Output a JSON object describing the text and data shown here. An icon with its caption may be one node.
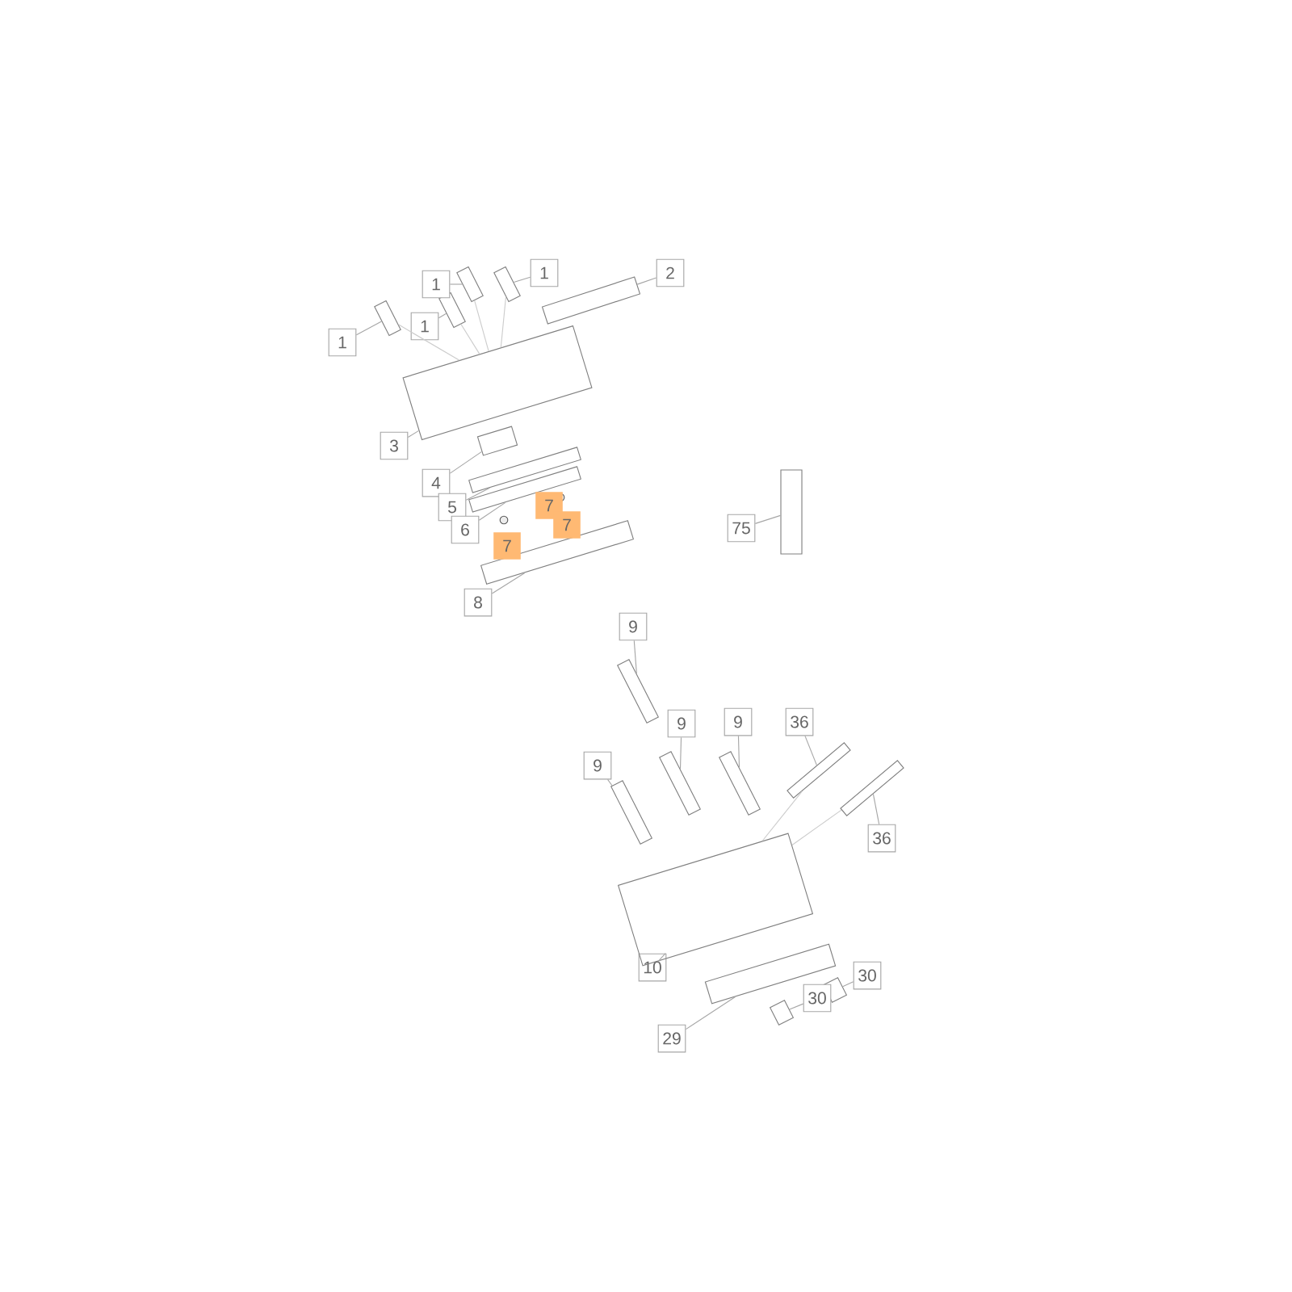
{
  "diagram": {
    "nodes": [
      {
        "text": [
          "1"
        ]
      },
      {
        "text": [],
        "shape": "box"
      },
      {
        "text": [
          "1"
        ]
      },
      {
        "text": [],
        "shape": "box"
      },
      {
        "text": [
          "1"
        ]
      },
      {
        "text": [],
        "shape": "box"
      },
      {
        "text": [
          "1"
        ]
      },
      {
        "text": [],
        "shape": "box"
      },
      {
        "text": [
          "2"
        ]
      },
      {
        "text": [],
        "shape": "box"
      },
      {
        "text": [
          "3"
        ]
      },
      {
        "text": [],
        "shape": "box"
      },
      {
        "text": [
          "4"
        ]
      },
      {
        "text": [],
        "shape": "box"
      },
      {
        "text": [
          "5"
        ]
      },
      {
        "text": [],
        "shape": "box"
      },
      {
        "text": [
          "6"
        ]
      },
      {
        "text": [],
        "shape": "box"
      },
      {
        "text": [
          "75"
        ]
      },
      {
        "text": [],
        "shape": "box"
      },
      {
        "text": [
          "8"
        ]
      },
      {
        "text": [],
        "shape": "box"
      },
      {
        "text": [
          "9"
        ]
      },
      {
        "text": [],
        "shape": "box"
      },
      {
        "text": [
          "9"
        ]
      },
      {
        "text": [],
        "shape": "box"
      },
      {
        "text": [
          "9"
        ]
      },
      {
        "text": [],
        "shape": "box"
      },
      {
        "text": [
          "36"
        ]
      },
      {
        "text": [],
        "shape": "box"
      },
      {
        "text": [
          "9"
        ]
      },
      {
        "text": [],
        "shape": "box"
      },
      {
        "text": [
          "36"
        ]
      },
      {
        "text": [],
        "shape": "box"
      },
      {
        "text": [
          "10"
        ]
      },
      {
        "text": [],
        "shape": "box"
      },
      {
        "text": [
          "30"
        ]
      },
      {
        "text": [],
        "shape": "box"
      },
      {
        "text": [
          "30"
        ]
      },
      {
        "text": [],
        "shape": "box"
      },
      {
        "text": [
          "29"
        ]
      },
      {
        "text": [],
        "shape": "box"
      }
    ],
    "edges": [
      {
        "from": 0,
        "to": 1,
        "arrow": "none"
      },
      {
        "from": 2,
        "to": 3,
        "arrow": "none"
      },
      {
        "from": 4,
        "to": 5,
        "arrow": "none"
      },
      {
        "from": 6,
        "to": 7,
        "arrow": "none"
      },
      {
        "from": 8,
        "to": 9,
        "arrow": "none"
      },
      {
        "from": 10,
        "to": 11,
        "arrow": "none"
      },
      {
        "from": 12,
        "to": 13,
        "arrow": "none"
      },
      {
        "from": 14,
        "to": 15,
        "arrow": "none"
      },
      {
        "from": 16,
        "to": 17,
        "arrow": "none"
      },
      {
        "from": 18,
        "to": 19,
        "arrow": "none"
      },
      {
        "from": 20,
        "to": 21,
        "arrow": "none"
      },
      {
        "from": 22,
        "to": 23,
        "arrow": "none"
      },
      {
        "from": 24,
        "to": 25,
        "arrow": "none"
      },
      {
        "from": 26,
        "to": 27,
        "arrow": "none"
      },
      {
        "from": 28,
        "to": 29,
        "arrow": "none"
      },
      {
        "from": 30,
        "to": 31,
        "arrow": "none"
      },
      {
        "from": 32,
        "to": 33,
        "arrow": "none"
      },
      {
        "from": 34,
        "to": 35,
        "arrow": "none"
      },
      {
        "from": 36,
        "to": 37,
        "arrow": "none"
      },
      {
        "from": 38,
        "to": 39,
        "arrow": "none"
      },
      {
        "from": 40,
        "to": 41,
        "arrow": "none"
      },
      {
        "from": 1,
        "to": 11,
        "arrow": "none",
        "color": "#cccccc"
      },
      {
        "from": 3,
        "to": 11,
        "arrow": "none",
        "color": "#cccccc"
      },
      {
        "from": 5,
        "to": 11,
        "arrow": "none",
        "color": "#cccccc"
      },
      {
        "from": 7,
        "to": 11,
        "arrow": "none",
        "color": "#cccccc"
      },
      {
        "from": 29,
        "to": 35,
        "arrow": "none",
        "color": "#cccccc"
      },
      {
        "from": 33,
        "to": 35,
        "arrow": "none",
        "color": "#cccccc"
      }
    ],
    "labels": [
      "7",
      "7",
      "7"
    ]
  }
}
